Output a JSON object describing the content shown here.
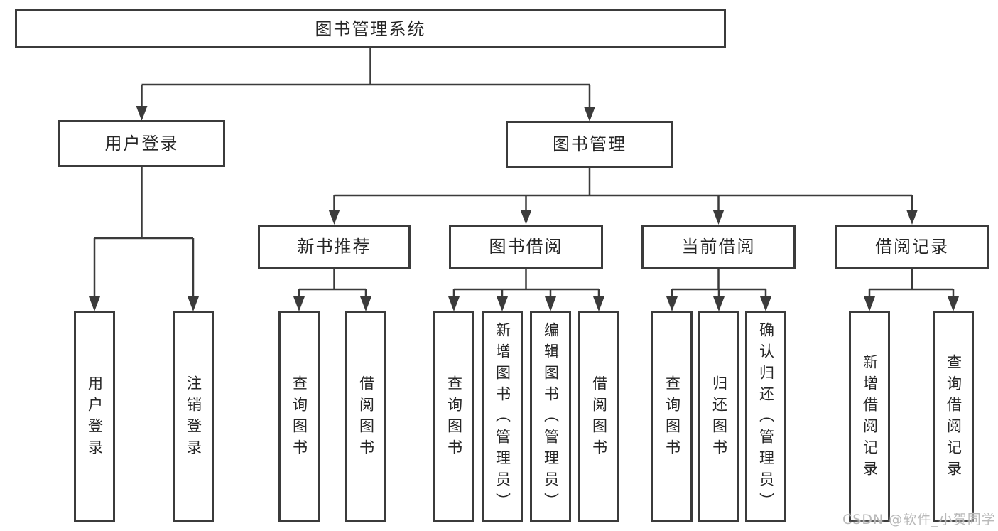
{
  "tree": {
    "label": "图书管理系统",
    "children": [
      {
        "label": "用户登录",
        "children": [
          {
            "label": "用户登录"
          },
          {
            "label": "注销登录"
          }
        ]
      },
      {
        "label": "图书管理",
        "children": [
          {
            "label": "新书推荐",
            "children": [
              {
                "label": "查询图书"
              },
              {
                "label": "借阅图书"
              }
            ]
          },
          {
            "label": "图书借阅",
            "children": [
              {
                "label": "查询图书"
              },
              {
                "label": "新增图书（管理员）"
              },
              {
                "label": "编辑图书（管理员）"
              },
              {
                "label": "借阅图书"
              }
            ]
          },
          {
            "label": "当前借阅",
            "children": [
              {
                "label": "查询图书"
              },
              {
                "label": "归还图书"
              },
              {
                "label": "确认归还（管理员）"
              }
            ]
          },
          {
            "label": "借阅记录",
            "children": [
              {
                "label": "新增借阅记录"
              },
              {
                "label": "查询借阅记录"
              }
            ]
          }
        ]
      }
    ]
  },
  "watermark": "CSDN @软件_小贺同学",
  "colors": {
    "line": "#3b3b3b",
    "text": "#262626",
    "background": "#ffffff",
    "watermark": "#b9b9b9"
  }
}
